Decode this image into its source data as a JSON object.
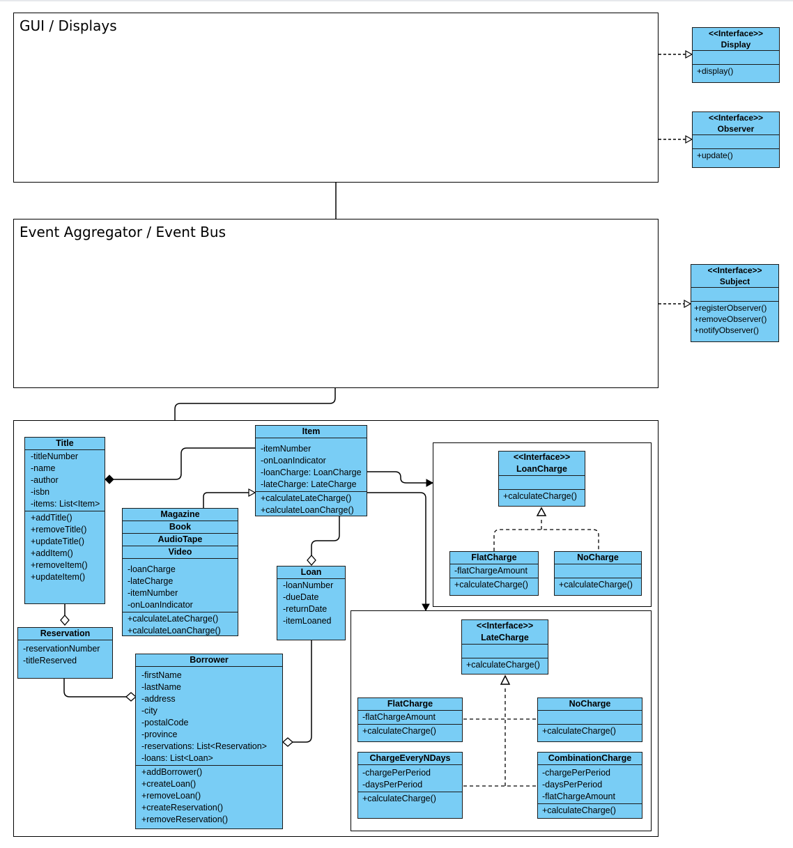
{
  "frames": {
    "gui": "GUI / Displays",
    "event_bus": "Event Aggregator / Event Bus"
  },
  "interfaces": {
    "display": {
      "stereotype": "<<Interface>>",
      "name": "Display",
      "methods": [
        "+display()"
      ]
    },
    "observer": {
      "stereotype": "<<Interface>>",
      "name": "Observer",
      "methods": [
        "+update()"
      ]
    },
    "subject": {
      "stereotype": "<<Interface>>",
      "name": "Subject",
      "methods": [
        "+registerObserver()",
        "+removeObserver()",
        "+notifyObserver()"
      ]
    },
    "loan_charge": {
      "stereotype": "<<Interface>>",
      "name": "LoanCharge",
      "methods": [
        "+calculateCharge()"
      ]
    },
    "late_charge": {
      "stereotype": "<<Interface>>",
      "name": "LateCharge",
      "methods": [
        "+calculateCharge()"
      ]
    }
  },
  "classes": {
    "title": {
      "name": "Title",
      "attributes": [
        "-titleNumber",
        "-name",
        "-author",
        "-isbn",
        "-items: List<Item>"
      ],
      "methods": [
        "+addTitle()",
        "+removeTitle()",
        "+updateTitle()",
        "+addItem()",
        "+removeItem()",
        "+updateItem()"
      ]
    },
    "item": {
      "name": "Item",
      "attributes": [
        "-itemNumber",
        "-onLoanIndicator",
        "-loanCharge: LoanCharge",
        "-lateCharge: LateCharge"
      ],
      "methods": [
        "+calculateLateCharge()",
        "+calculateLoanCharge()"
      ]
    },
    "media": {
      "names": [
        "Magazine",
        "Book",
        "AudioTape",
        "Video"
      ],
      "attributes": [
        "-loanCharge",
        "-lateCharge",
        "-itemNumber",
        "-onLoanIndicator"
      ],
      "methods": [
        "+calculateLateCharge()",
        "+calculateLoanCharge()"
      ]
    },
    "loan": {
      "name": "Loan",
      "attributes": [
        "-loanNumber",
        "-dueDate",
        "-returnDate",
        "-itemLoaned"
      ]
    },
    "reservation": {
      "name": "Reservation",
      "attributes": [
        "-reservationNumber",
        "-titleReserved"
      ]
    },
    "borrower": {
      "name": "Borrower",
      "attributes": [
        "-firstName",
        "-lastName",
        "-address",
        "-city",
        "-postalCode",
        "-province",
        "-reservations: List<Reservation>",
        "-loans: List<Loan>"
      ],
      "methods": [
        "+addBorrower()",
        "+createLoan()",
        "+removeLoan()",
        "+createReservation()",
        "+removeReservation()"
      ]
    },
    "loan_flat": {
      "name": "FlatCharge",
      "attributes": [
        "-flatChargeAmount"
      ],
      "methods": [
        "+calculateCharge()"
      ]
    },
    "loan_none": {
      "name": "NoCharge",
      "methods": [
        "+calculateCharge()"
      ]
    },
    "late_flat": {
      "name": "FlatCharge",
      "attributes": [
        "-flatChargeAmount"
      ],
      "methods": [
        "+calculateCharge()"
      ]
    },
    "late_none": {
      "name": "NoCharge",
      "methods": [
        "+calculateCharge()"
      ]
    },
    "every_n": {
      "name": "ChargeEveryNDays",
      "attributes": [
        "-chargePerPeriod",
        "-daysPerPeriod"
      ],
      "methods": [
        "+calculateCharge()"
      ]
    },
    "combination": {
      "name": "CombinationCharge",
      "attributes": [
        "-chargePerPeriod",
        "-daysPerPeriod",
        "-flatChargeAmount"
      ],
      "methods": [
        "+calculateCharge()"
      ]
    }
  },
  "colors": {
    "class_fill": "#79cdf5",
    "line": "#000000"
  }
}
